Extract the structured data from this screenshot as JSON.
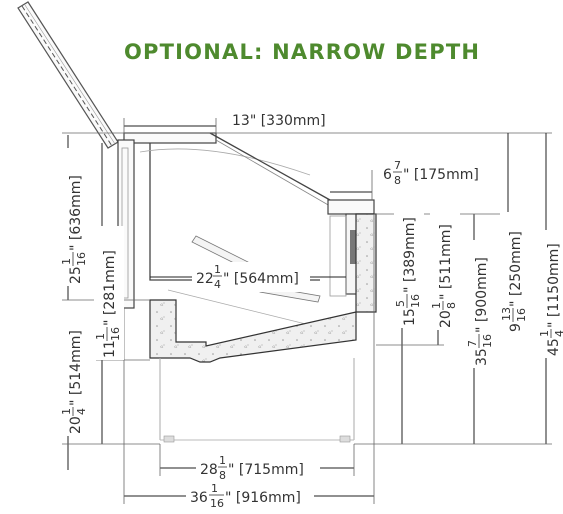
{
  "title": "OPTIONAL: NARROW DEPTH",
  "dimensions": {
    "top_depth": "13\" [330mm]",
    "front_offset_whole": "6",
    "front_offset_num": "7",
    "front_offset_den": "8",
    "front_offset_metric": "\" [175mm]",
    "shelf_depth_whole": "22",
    "shelf_depth_num": "1",
    "shelf_depth_den": "4",
    "shelf_depth_metric": "\" [564mm]",
    "overall_height_whole": "25",
    "overall_height_num": "1",
    "overall_height_den": "16",
    "overall_height_metric": "\" [636mm]",
    "interior_height_whole": "11",
    "interior_height_num": "1",
    "interior_height_den": "16",
    "interior_height_metric": "\" [281mm]",
    "base_height_whole": "20",
    "base_height_num": "1",
    "base_height_den": "4",
    "base_height_metric": "\" [514mm]",
    "dim_389_whole": "15",
    "dim_389_num": "5",
    "dim_389_den": "16",
    "dim_389_metric": "\" [389mm]",
    "dim_511_whole": "20",
    "dim_511_num": "1",
    "dim_511_den": "8",
    "dim_511_metric": "\" [511mm]",
    "dim_900_whole": "35",
    "dim_900_num": "7",
    "dim_900_den": "16",
    "dim_900_metric": "\" [900mm]",
    "dim_250_whole": "9",
    "dim_250_num": "13",
    "dim_250_den": "16",
    "dim_250_metric": "\" [250mm]",
    "dim_1150_whole": "45",
    "dim_1150_num": "1",
    "dim_1150_den": "4",
    "dim_1150_metric": "\" [1150mm]",
    "base_width_whole": "28",
    "base_width_num": "1",
    "base_width_den": "8",
    "base_width_metric": "\" [715mm]",
    "overall_width_whole": "36",
    "overall_width_num": "1",
    "overall_width_den": "16",
    "overall_width_metric": "\" [916mm]"
  },
  "colors": {
    "title": "#4e8a2e",
    "line": "#222222",
    "concrete": "#f0f0f0"
  }
}
